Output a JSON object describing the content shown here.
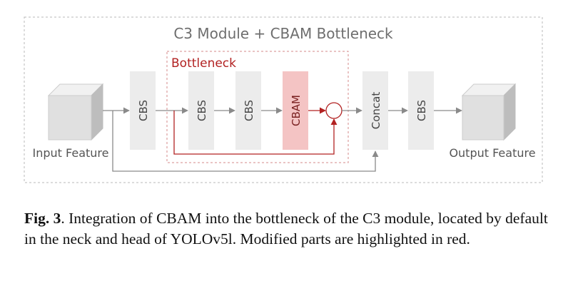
{
  "diagram": {
    "outer_title": "C3 Module + CBAM Bottleneck",
    "inner_title": "Bottleneck",
    "input_label": "Input Feature",
    "output_label": "Output Feature",
    "blocks": {
      "cbs_1": "CBS",
      "cbs_2": "CBS",
      "cbs_3": "CBS",
      "cbam": "CBAM",
      "concat": "Concat",
      "cbs_4": "CBS"
    },
    "colors": {
      "highlight": "#b22222",
      "cbam_fill": "#f4c4c4",
      "block_fill": "#ececec",
      "line": "#8a8a8a",
      "frame": "#b8b8b8"
    }
  },
  "caption": {
    "lead": "Fig. 3",
    "text": ". Integration of CBAM into the bottleneck of the C3 module, located by default in the neck and head of YOLOv5l. Modified parts are highlighted in red."
  }
}
